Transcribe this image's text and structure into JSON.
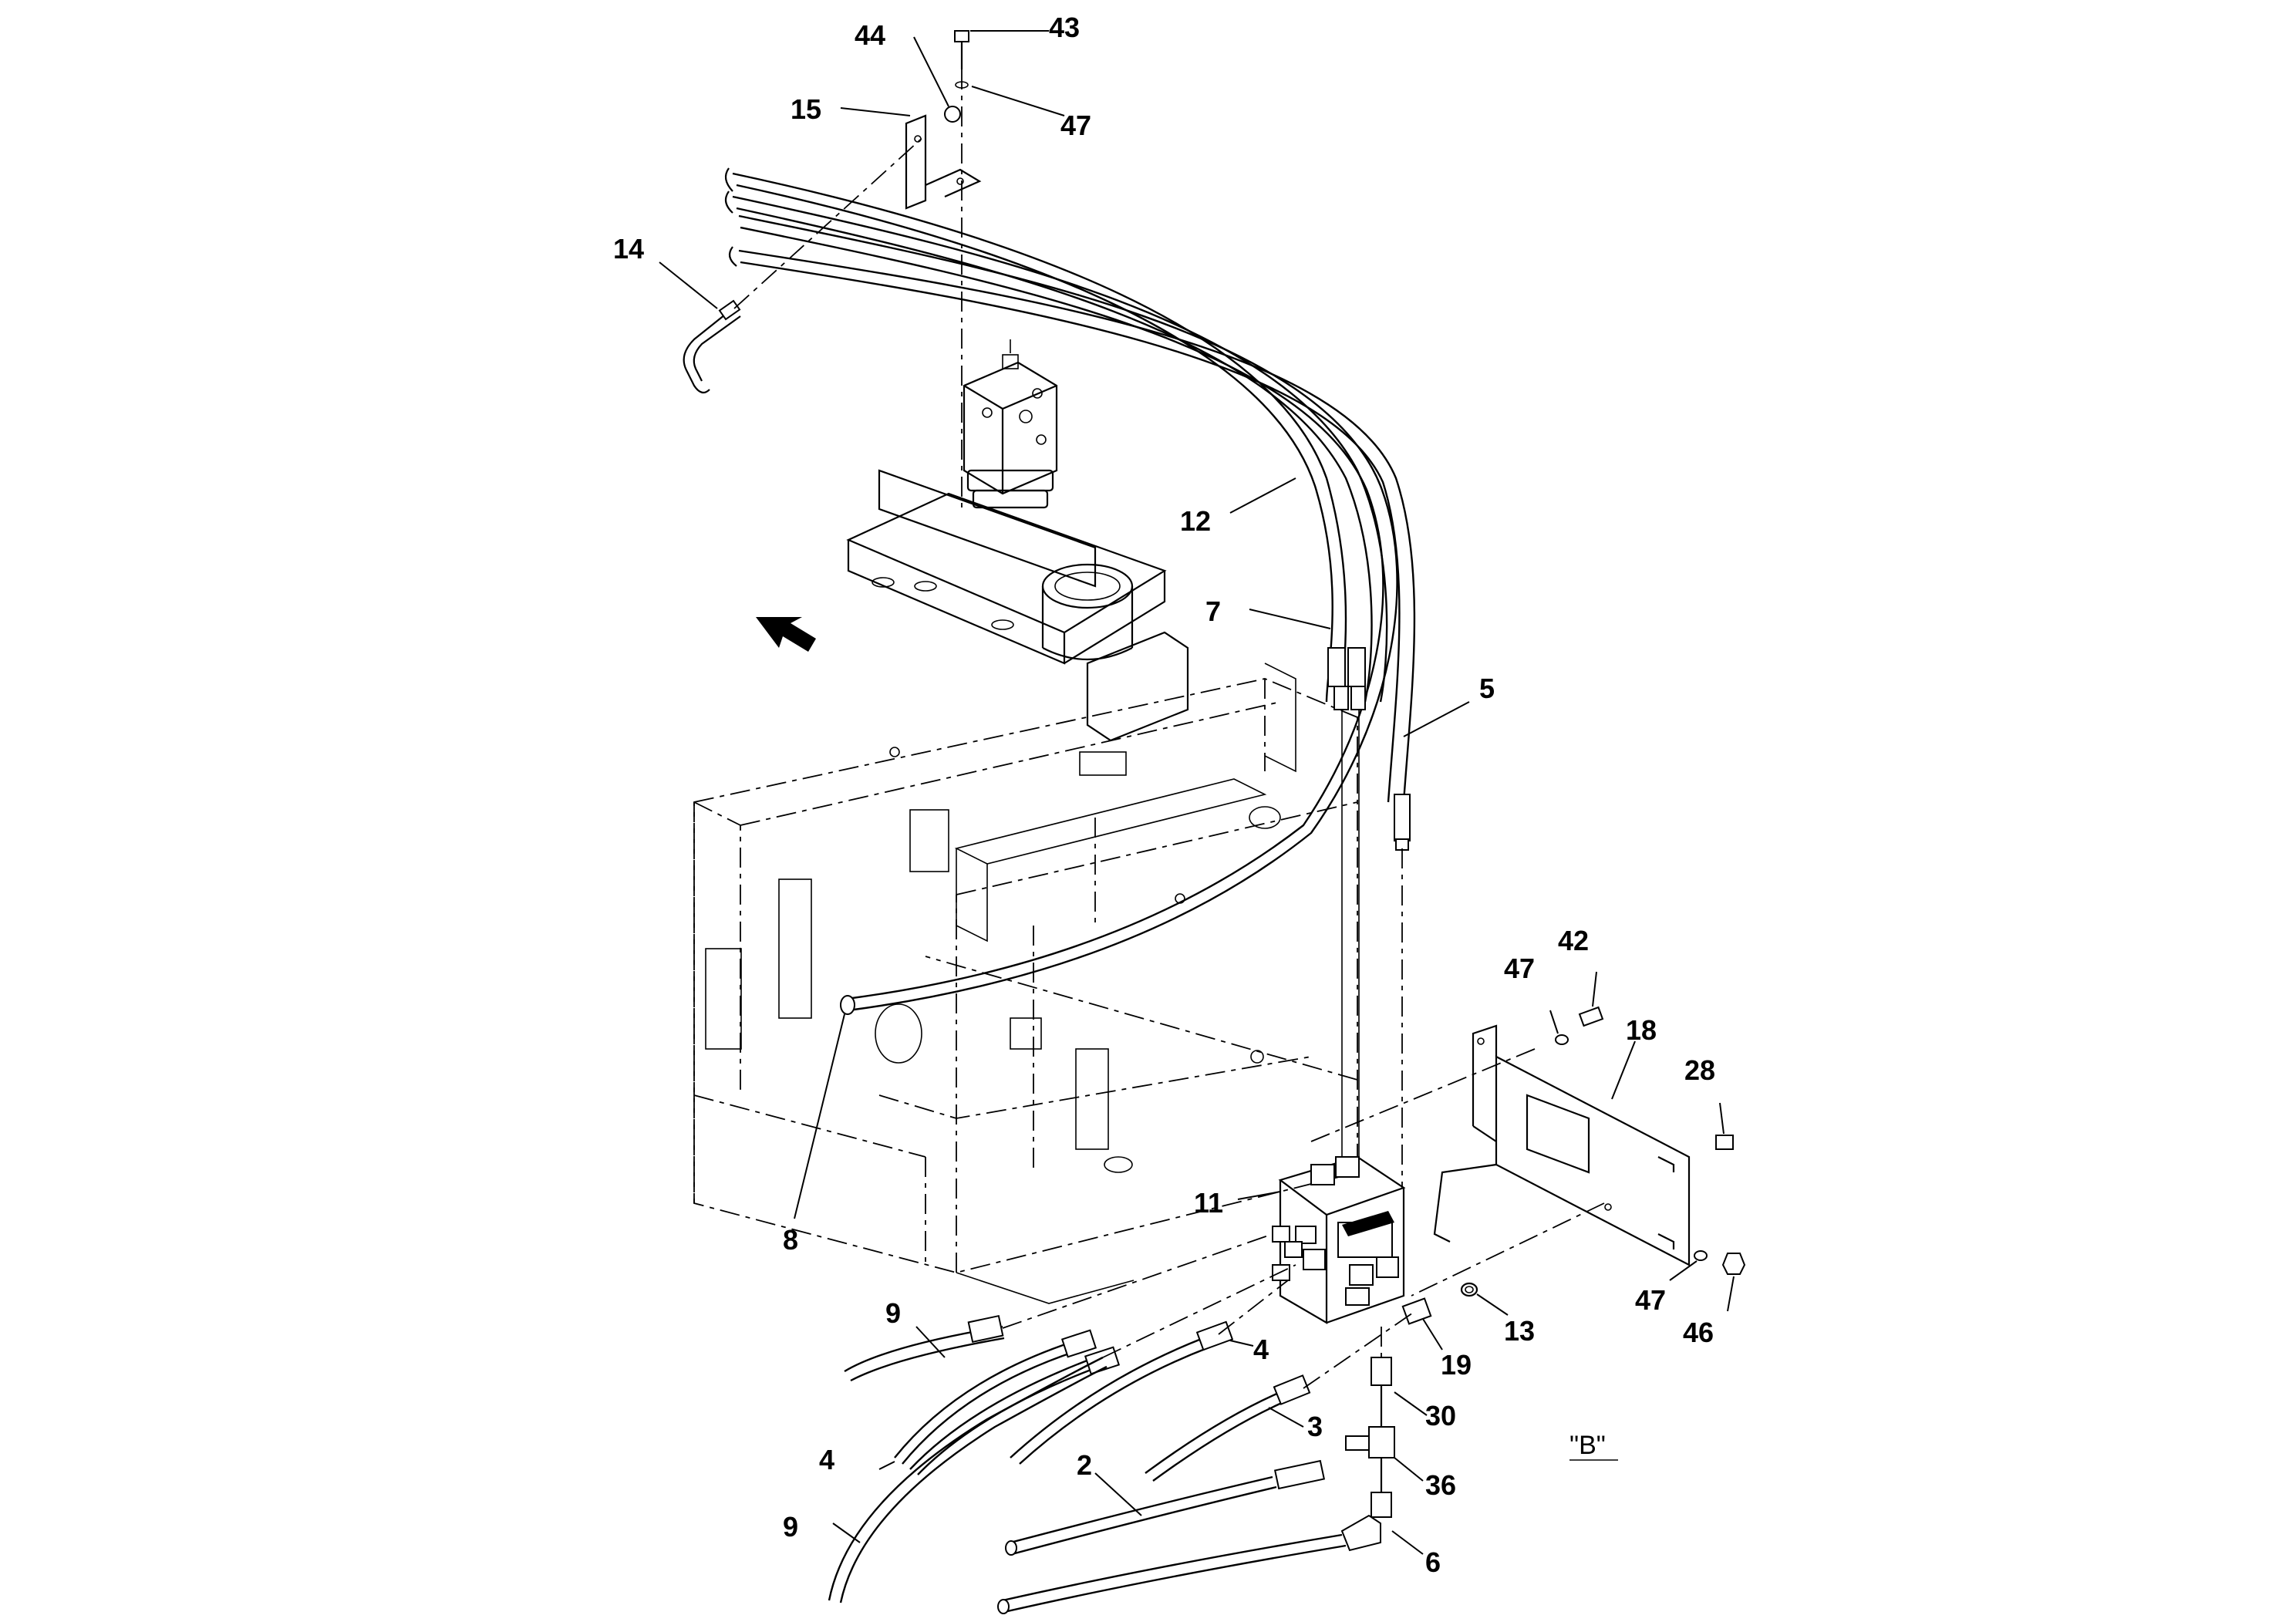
{
  "figure": {
    "view_label": "\"B\"",
    "callouts": [
      "44",
      "43",
      "15",
      "47",
      "14",
      "12",
      "7",
      "5",
      "47",
      "42",
      "18",
      "28",
      "11",
      "8",
      "9",
      "4",
      "4",
      "3",
      "19",
      "13",
      "30",
      "36",
      "47",
      "46",
      "2",
      "9",
      "6"
    ]
  }
}
